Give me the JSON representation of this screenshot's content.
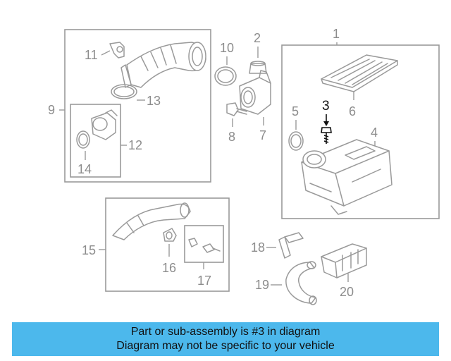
{
  "callouts": {
    "c1": "1",
    "c2": "2",
    "c3": "3",
    "c4": "4",
    "c5": "5",
    "c6": "6",
    "c7": "7",
    "c8": "8",
    "c9": "9",
    "c10": "10",
    "c11": "11",
    "c12": "12",
    "c13": "13",
    "c14": "14",
    "c15": "15",
    "c16": "16",
    "c17": "17",
    "c18": "18",
    "c19": "19",
    "c20": "20"
  },
  "highlight_part": "3",
  "colors": {
    "banner": "#4cb8ec",
    "line_art": "#9a9a9a",
    "highlight": "#111111"
  },
  "banner": {
    "line1": "Part or sub-assembly is #3 in diagram",
    "line2": "Diagram may not be specific to your vehicle"
  }
}
